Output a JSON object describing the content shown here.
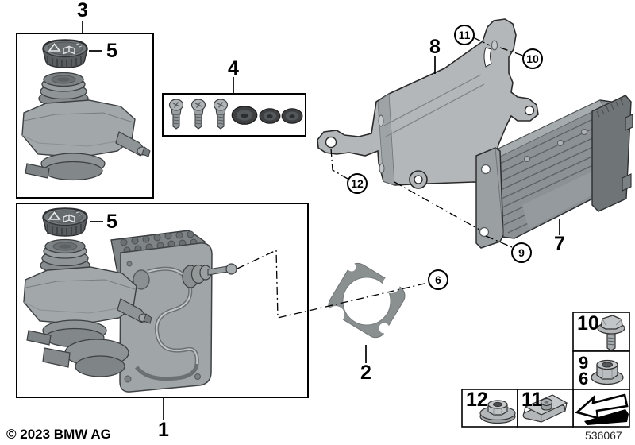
{
  "diagram": {
    "copyright": "© 2023 BMW AG",
    "sheet_number": "536067",
    "item_labels": {
      "master_unit": "1",
      "gasket": "2",
      "reservoir_kit": "3",
      "mount_kit": "4",
      "cap_box3": "5",
      "cap_box1": "5",
      "control_unit": "7",
      "bracket": "8"
    },
    "callouts": {
      "gasket_seal": "6",
      "ecu_nut": "9",
      "bracket_bolt": "10",
      "bracket_clip": "11",
      "bracket_nut": "12"
    },
    "legend": {
      "bolt": "10",
      "flange_nut_top": "9",
      "flange_nut_bottom": "6",
      "plastic_nut": "12",
      "speed_clip": "11"
    },
    "icons": {
      "reservoir_cap": "cap-icon",
      "fluid_reservoir": "reservoir-icon",
      "master_cylinder_assembly": "master-cylinder-icon",
      "screws": "screw-icon",
      "grommets": "grommet-icon",
      "gasket": "gasket-icon",
      "bracket": "bracket-icon",
      "control_unit": "ecu-icon",
      "hex_bolt": "bolt-icon",
      "flange_nut": "flange-nut-icon",
      "plastic_nut": "plastic-nut-icon",
      "speed_clip": "clip-icon",
      "direction_arrow": "direction-arrow-icon"
    },
    "colors": {
      "background": "#ffffff",
      "line": "#000000",
      "part_light": "#b3b7b9",
      "part_mid": "#9aa0a2",
      "part_dark": "#6e7376",
      "rubber_dark": "#3d3f41",
      "gasket_gray": "#8a8f8f"
    }
  }
}
